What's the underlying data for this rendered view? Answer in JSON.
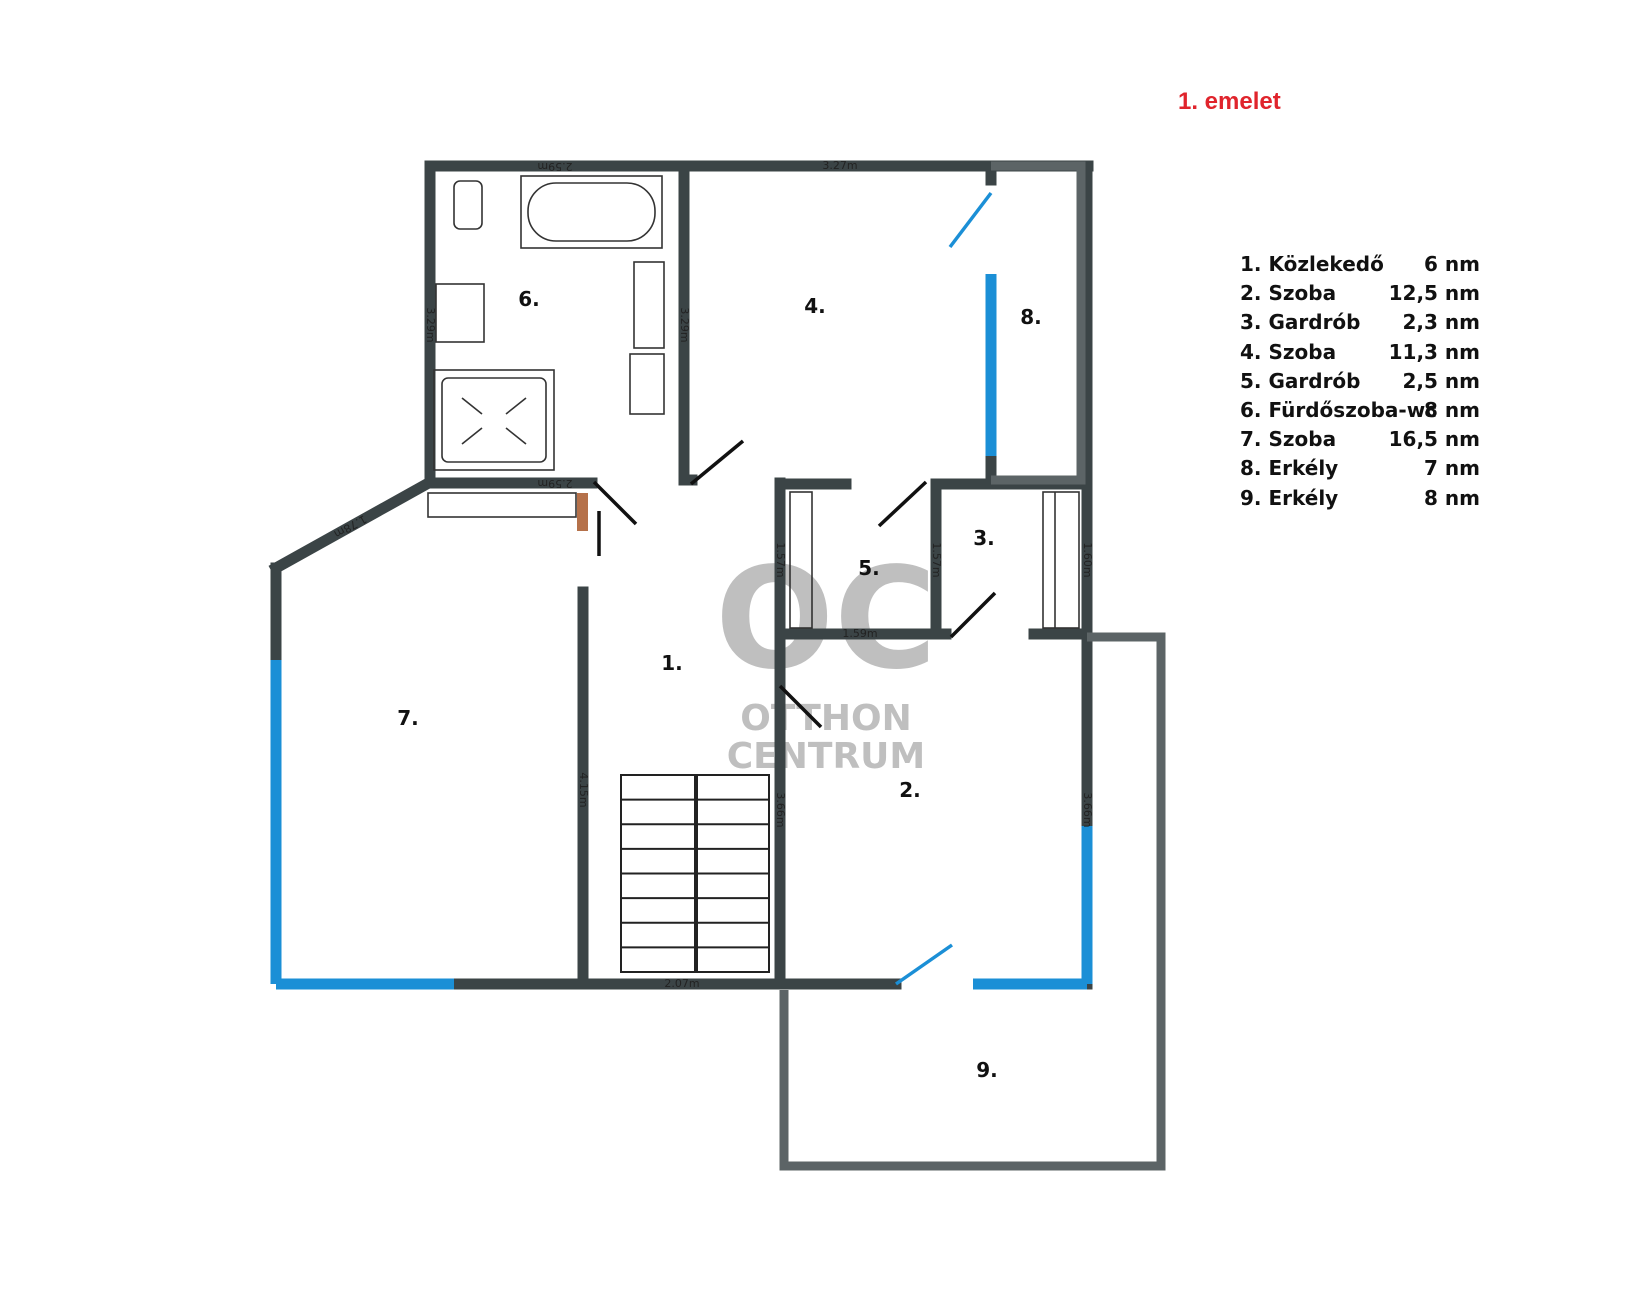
{
  "title": "1. emelet",
  "legend": [
    {
      "name": "1. Közlekedő",
      "area": "6 nm"
    },
    {
      "name": "2. Szoba",
      "area": "12,5 nm"
    },
    {
      "name": "3. Gardrób",
      "area": "2,3 nm"
    },
    {
      "name": "4. Szoba",
      "area": "11,3 nm"
    },
    {
      "name": "5. Gardrób",
      "area": "2,5 nm"
    },
    {
      "name": "6. Fürdőszoba-wc",
      "area": "8 nm"
    },
    {
      "name": "7. Szoba",
      "area": "16,5 nm"
    },
    {
      "name": "8. Erkély",
      "area": "7 nm"
    },
    {
      "name": "9. Erkély",
      "area": "8 nm"
    }
  ],
  "rooms": {
    "r1": "1.",
    "r2": "2.",
    "r3": "3.",
    "r4": "4.",
    "r5": "5.",
    "r6": "6.",
    "r7": "7.",
    "r8": "8.",
    "r9": "9."
  },
  "dimensions": {
    "bath_top": "2.59m",
    "room4_top": "3.27m",
    "bath_left": "3.29m",
    "bath_right": "3.29m",
    "bath_bottom": "2.59m",
    "diagonal": "1.78m",
    "corridor_left": "4.15m",
    "corridor_right": "3.66m",
    "bottom_wall": "2.07m",
    "closet5_left": "1.57m",
    "closet5_bottom": "1.59m",
    "closet3_left": "1.57m",
    "closet3_right": "1.60m",
    "room2_right": "3.66m"
  },
  "watermark": {
    "logo": "OC",
    "line1": "OTTHON",
    "line2": "CENTRUM"
  },
  "colors": {
    "wall": "#3b4446",
    "window": "#1b8fd6",
    "door": "#111111",
    "title": "#e0242c"
  }
}
